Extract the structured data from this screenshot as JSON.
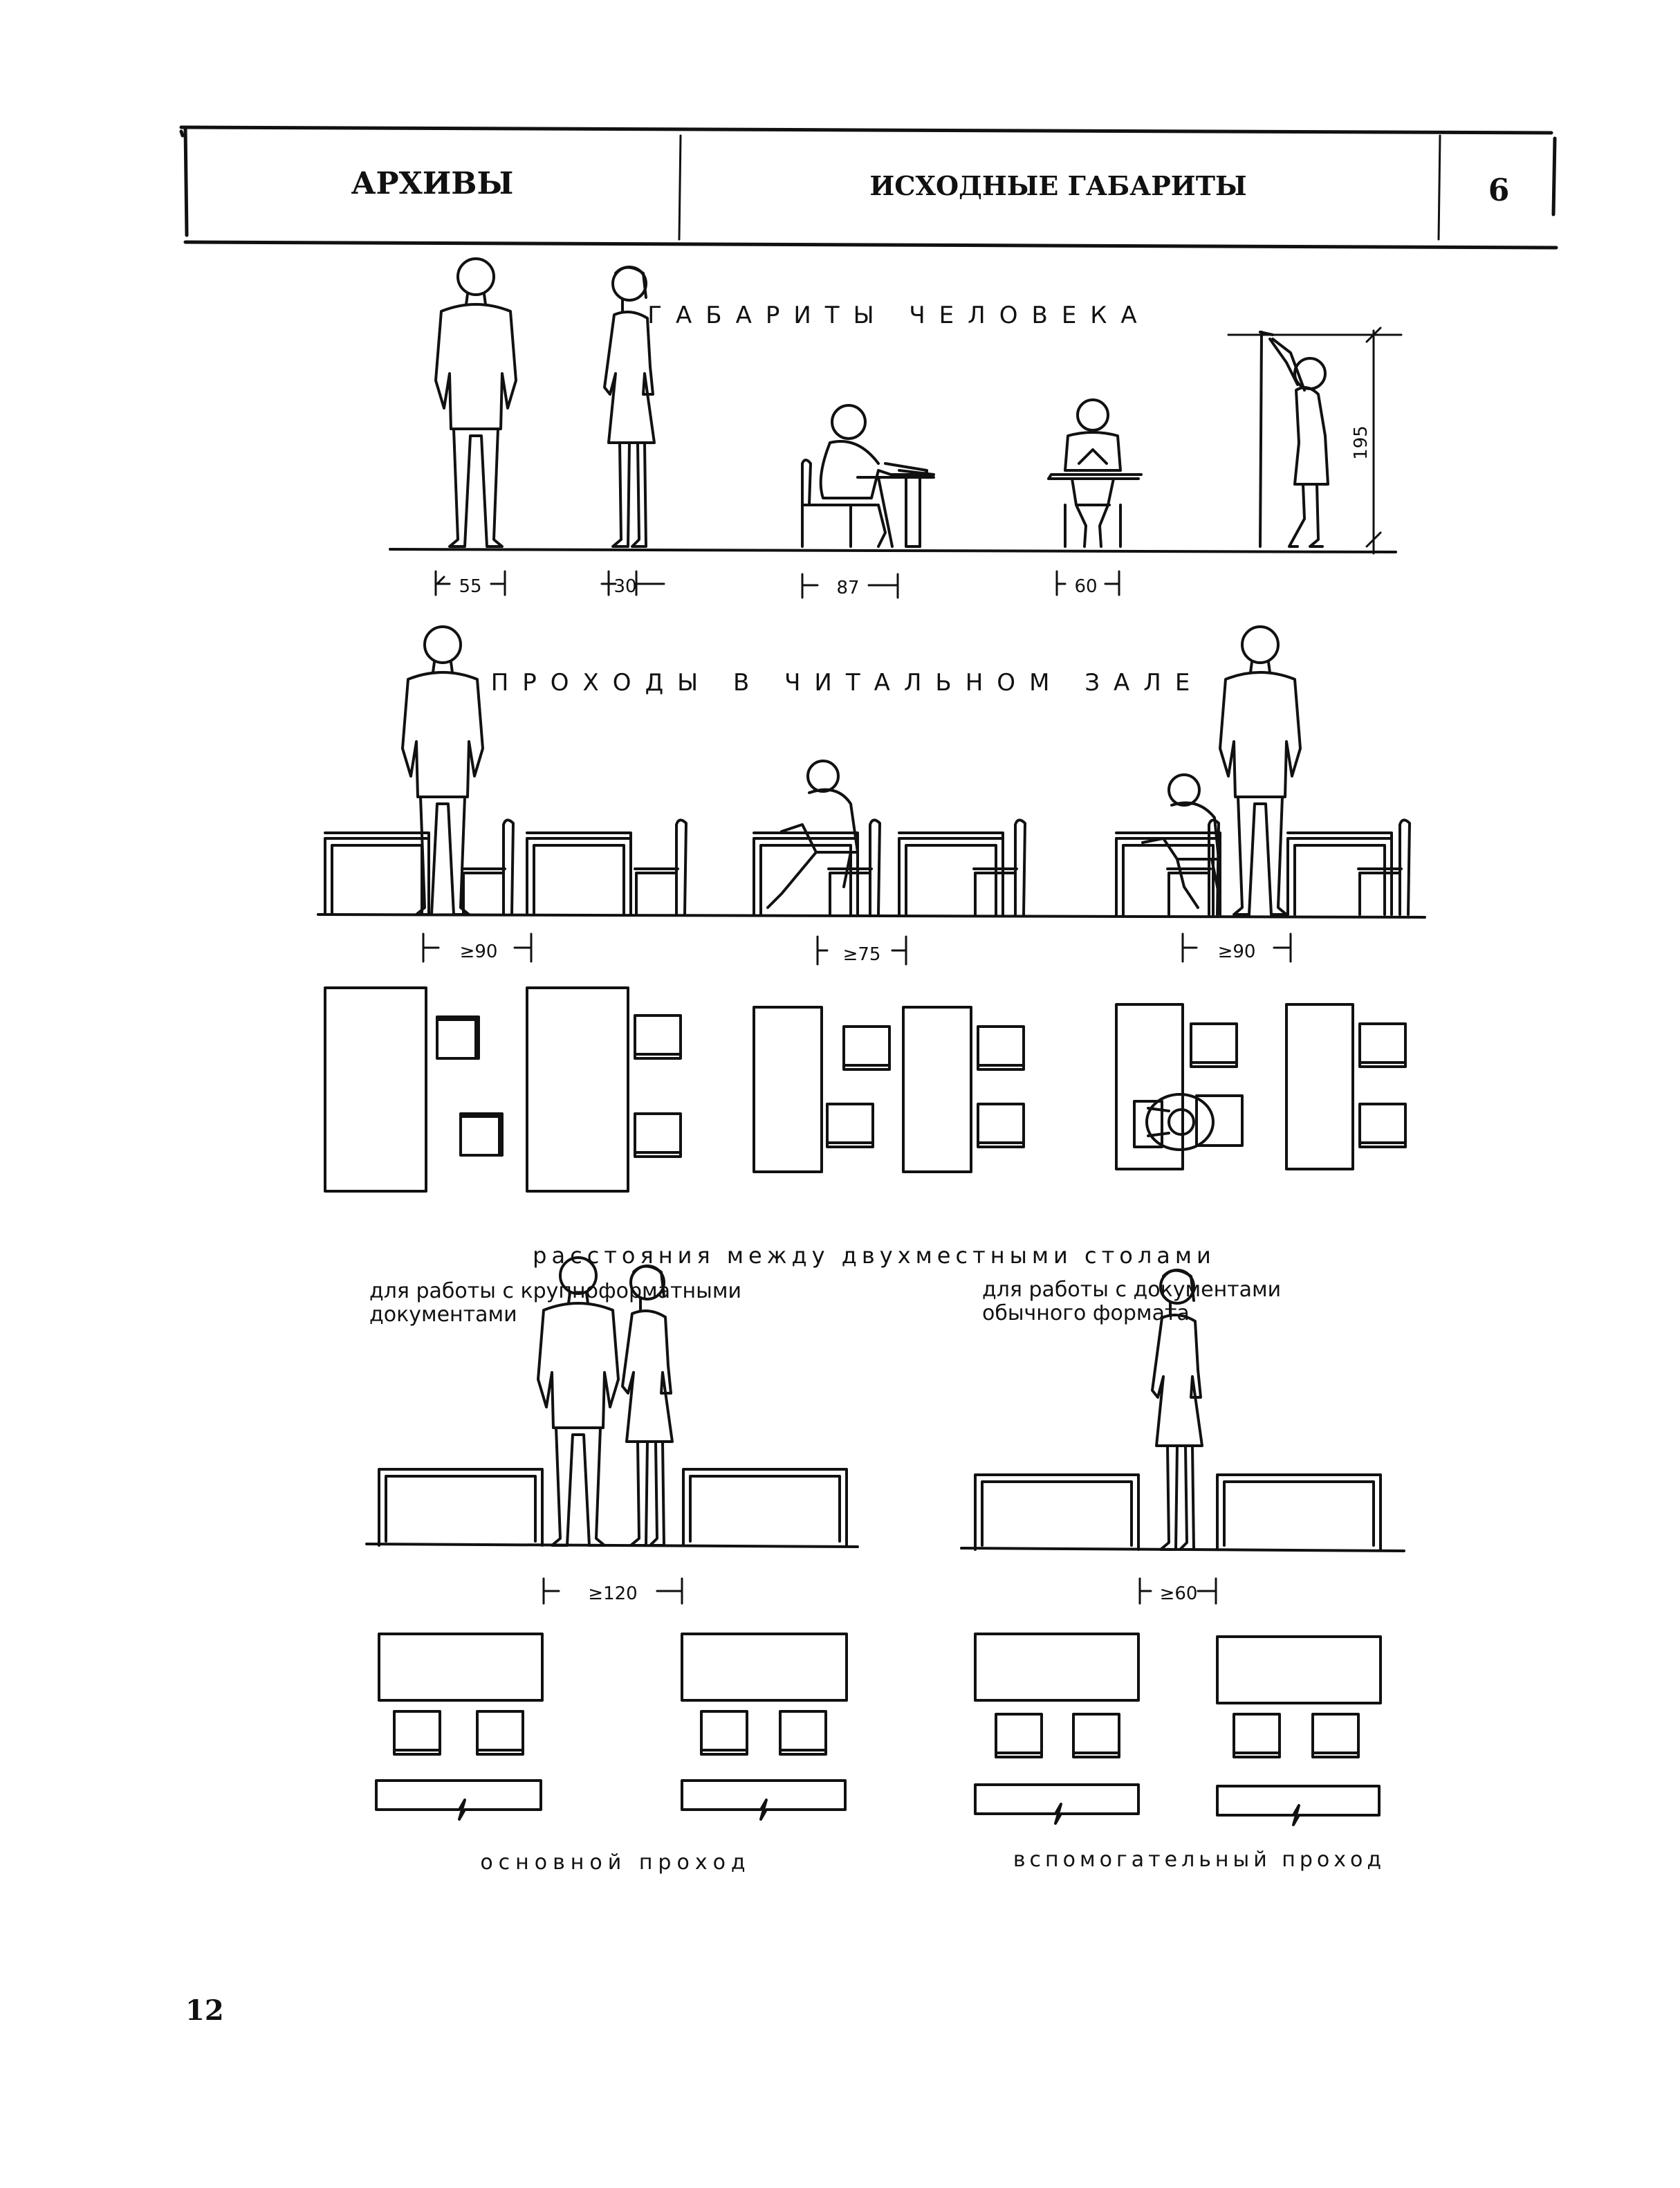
{
  "header": {
    "section": "АРХИВЫ",
    "title": "ИСХОДНЫЕ ГАБАРИТЫ",
    "sheet_number": "6"
  },
  "section1": {
    "title": "ГАБАРИТЫ ЧЕЛОВЕКА",
    "dims": [
      "55",
      "30",
      "87",
      "60"
    ],
    "reach_height": "195"
  },
  "section2": {
    "title": "ПРОХОДЫ В ЧИТАЛЬНОМ ЗАЛЕ",
    "dims": [
      "≥90",
      "≥75",
      "≥90"
    ]
  },
  "section3": {
    "title": "расстояния между двухместными столами",
    "left_caption_1": "для работы с крупноформатными",
    "left_caption_2": "документами",
    "right_caption_1": "для работы с документами",
    "right_caption_2": "обычного формата",
    "dims": [
      "≥120",
      "≥60"
    ],
    "left_label": "основной проход",
    "right_label": "вспомогательный проход"
  },
  "page_number": "12"
}
